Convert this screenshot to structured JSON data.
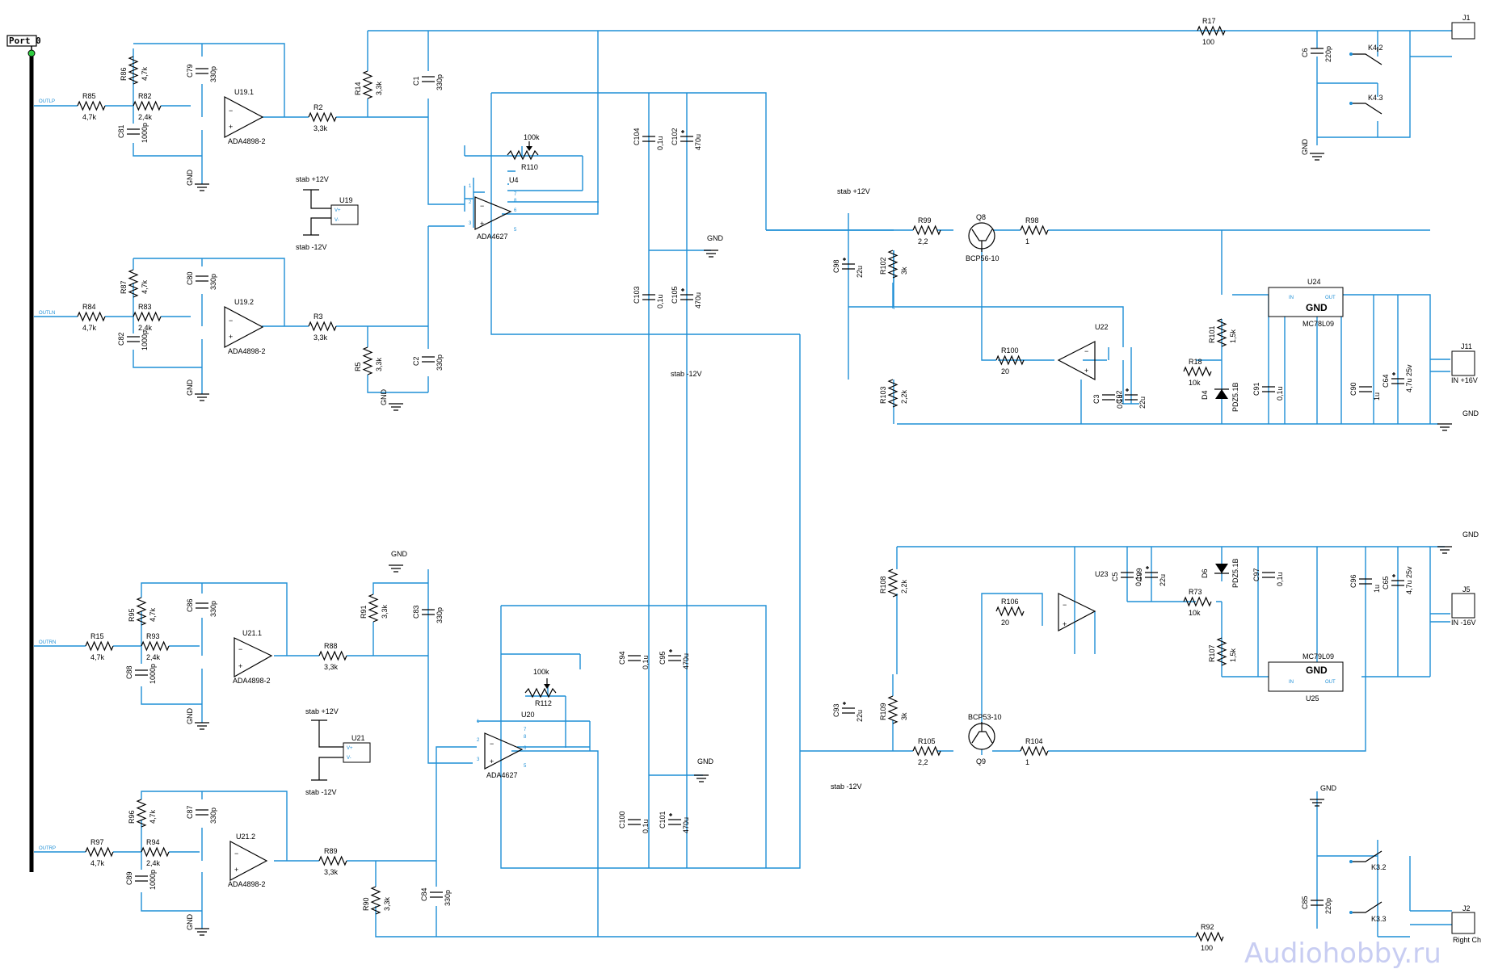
{
  "port": {
    "label": "Port 0"
  },
  "nets": {
    "outlp": "OUTLP",
    "outln": "OUTLN",
    "outrn": "OUTRN",
    "outrp": "OUTRP"
  },
  "rails": {
    "pos": "stab +12V",
    "neg": "stab -12V",
    "gnd": "GND"
  },
  "watermark": "Audiohobby.ru",
  "connectors": {
    "j1": "J1",
    "j11": "J11",
    "j11_label": "IN +16V",
    "j11_gnd": "GND",
    "j5": "J5",
    "j5_label": "IN -16V",
    "j5_gnd": "GND",
    "j2": "J2",
    "j2_label": "Right Ch"
  },
  "relays": {
    "k42": "K4.2",
    "k43": "K4.3",
    "k32": "K3.2",
    "k33": "K3.3"
  },
  "opamps": {
    "u19_1": "U19.1",
    "u19_2": "U19.2",
    "u21_1": "U21.1",
    "u21_2": "U21.2",
    "ada4898": "ADA4898-2",
    "u4": "U4",
    "u20": "U20",
    "ada4627": "ADA4627",
    "u22": "U22",
    "u23": "U23",
    "u19": "U19",
    "u21": "U21",
    "vp": "V+",
    "vm": "V-"
  },
  "regulators": {
    "u24": "U24",
    "u25": "U25",
    "mc78": "MC78L09",
    "mc79": "MC79L09",
    "gnd": "GND",
    "in": "IN",
    "out": "OUT"
  },
  "transistors": {
    "q8": "Q8",
    "q8_part": "BCP56-10",
    "q9": "Q9",
    "q9_part": "BCP53-10"
  },
  "diodes": {
    "d4": "D4",
    "d6": "D6",
    "part": "PDZ5.1B"
  },
  "res": {
    "R85": "R85",
    "R85v": "4,7k",
    "R86": "R86",
    "R86v": "4,7k",
    "R82": "R82",
    "R82v": "2,4k",
    "R2": "R2",
    "R2v": "3,3k",
    "R14": "R14",
    "R14v": "3,3k",
    "R17": "R17",
    "R17v": "100",
    "R84": "R84",
    "R84v": "4,7k",
    "R87": "R87",
    "R87v": "4,7k",
    "R83": "R83",
    "R83v": "2,4k",
    "R3": "R3",
    "R3v": "3,3k",
    "R5": "R5",
    "R5v": "3,3k",
    "R15": "R15",
    "R15v": "4,7k",
    "R95": "R95",
    "R95v": "4,7k",
    "R93": "R93",
    "R93v": "2,4k",
    "R88": "R88",
    "R88v": "3,3k",
    "R91": "R91",
    "R91v": "3,3k",
    "R97": "R97",
    "R97v": "4,7k",
    "R96": "R96",
    "R96v": "4,7k",
    "R94": "R94",
    "R94v": "2,4k",
    "R89": "R89",
    "R89v": "3,3k",
    "R90": "R90",
    "R90v": "3,3k",
    "R92": "R92",
    "R92v": "100",
    "R110": "R110",
    "R110v": "100k",
    "R112": "R112",
    "R112v": "100k",
    "R99": "R99",
    "R99v": "2,2",
    "R98": "R98",
    "R98v": "1",
    "R102": "R102",
    "R102v": "3k",
    "R100": "R100",
    "R100v": "20",
    "R103": "R103",
    "R103v": "2,2k",
    "R18": "R18",
    "R18v": "10k",
    "R101": "R101",
    "R101v": "1,5k",
    "R108": "R108",
    "R108v": "2,2k",
    "R106": "R106",
    "R106v": "20",
    "R73": "R73",
    "R73v": "10k",
    "R107": "R107",
    "R107v": "1,5k",
    "R109": "R109",
    "R109v": "3k",
    "R105": "R105",
    "R105v": "2,2",
    "R104": "R104",
    "R104v": "1"
  },
  "caps": {
    "C79": "C79",
    "C79v": "330p",
    "C81": "C81",
    "C81v": "1000p",
    "C1": "C1",
    "C1v": "330p",
    "C80": "C80",
    "C80v": "330p",
    "C82": "C82",
    "C82v": "1000p",
    "C2": "C2",
    "C2v": "330p",
    "C86": "C86",
    "C86v": "330p",
    "C88": "C88",
    "C88v": "1000p",
    "C83": "C83",
    "C83v": "330p",
    "C87": "C87",
    "C87v": "330p",
    "C89": "C89",
    "C89v": "1000p",
    "C84": "C84",
    "C84v": "330p",
    "C104": "C104",
    "C104v": "0,1u",
    "C102": "C102",
    "C102v": "470u",
    "C103": "C103",
    "C103v": "0,1u",
    "C105": "C105",
    "C105v": "470u",
    "C94": "C94",
    "C94v": "0,1u",
    "C95": "C95",
    "C95v": "470u",
    "C100": "C100",
    "C100v": "0,1u",
    "C101": "C101",
    "C101v": "470u",
    "C6": "C6",
    "C6v": "220p",
    "C85": "C85",
    "C85v": "220p",
    "C98": "C98",
    "C98v": "22u",
    "C93": "C93",
    "C93v": "22u",
    "C3": "C3",
    "C3v": "0,1u",
    "C92": "C92",
    "C92v": "22u",
    "C91": "C91",
    "C91v": "0,1u",
    "C90": "C90",
    "C90v": "1u",
    "C64": "C64",
    "C64v": "4,7u 25v",
    "C5": "C5",
    "C5v": "0,1u",
    "C99": "C99",
    "C99v": "22u",
    "C97": "C97",
    "C97v": "0,1u",
    "C96": "C96",
    "C96v": "1u",
    "C65": "C65",
    "C65v": "4,7u 25v"
  }
}
